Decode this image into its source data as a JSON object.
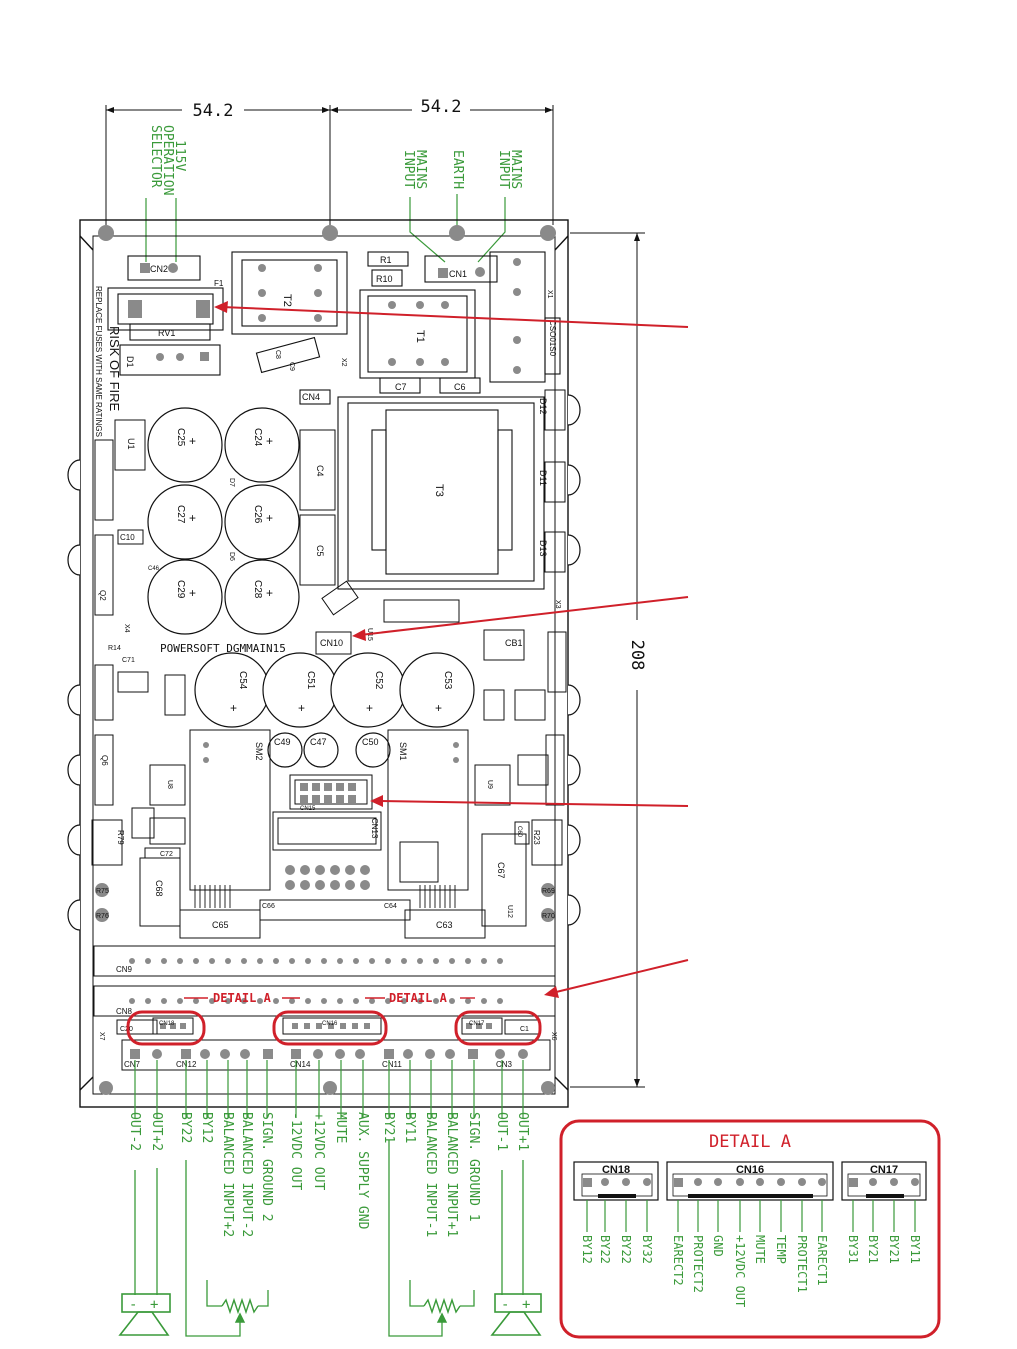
{
  "colors": {
    "board_outline": "#111111",
    "pcb_text": "#111111",
    "labels_green": "#3a9a3a",
    "callout_red": "#d0202a",
    "pad_gray": "#8a8a8a",
    "fill_light": "#e6e6e6"
  },
  "dimensions": {
    "top_left": "54.2",
    "top_right": "54.2",
    "height": "208"
  },
  "top_labels": {
    "selector": [
      "115V",
      "OPERATION",
      "SELECTOR"
    ],
    "mains_left": [
      "MAINS",
      "INPUT"
    ],
    "earth": "EARTH",
    "mains_right": [
      "MAINS",
      "INPUT"
    ]
  },
  "board": {
    "brand": "POWERSOFT  DGMMAIN15",
    "warning_1": "RISK OF FIRE",
    "warning_2": "REPLACE FUSES WITH SAME RATINGS",
    "detail_tag_1": "DETAIL A",
    "detail_tag_2": "DETAIL A",
    "refs": {
      "cn2": "CN2",
      "cn1": "CN1",
      "r1": "R1",
      "r10": "R10",
      "t2": "T2",
      "t1": "T1",
      "f1": "F1",
      "rv1": "RV1",
      "d1": "D1",
      "c7": "C7",
      "c6": "C6",
      "c8": "C8",
      "c9": "C9",
      "cn4": "CN4",
      "x1": "X1",
      "x2": "X2",
      "cs": "CSO01S0",
      "t3": "T3",
      "c4": "C4",
      "c5": "C5",
      "c25": "C25",
      "c24": "C24",
      "c27": "C27",
      "c26": "C26",
      "c29": "C29",
      "c28": "C28",
      "c10": "C10",
      "c46": "C46",
      "d7": "D7",
      "d6": "D6",
      "u1": "U1",
      "d12": "D12",
      "d11": "D11",
      "d13": "D13",
      "cn10": "CN10",
      "u15": "U15",
      "x3": "X3",
      "cb1": "CB1",
      "x4": "X4",
      "r14": "R14",
      "c71": "C71",
      "q2": "Q2",
      "c54": "C54",
      "c51": "C51",
      "c52": "C52",
      "c53": "C53",
      "c49": "C49",
      "c47": "C47",
      "c50": "C50",
      "sm2": "SM2",
      "sm1": "SM1",
      "cn13": "CN13",
      "cn15": "CN15",
      "c72": "C72",
      "c68": "C68",
      "c65": "C65",
      "c63": "C63",
      "c67": "C67",
      "c66": "C66",
      "c64": "C64",
      "c60": "C60",
      "r79": "R79",
      "r23": "R23",
      "r75": "R75",
      "r76": "R76",
      "r69": "R69",
      "r70": "R70",
      "cn9": "CN9",
      "cn8": "CN8",
      "x7": "X7",
      "x6": "X6",
      "cn18b": "CN18",
      "cn16b": "CN16",
      "cn17b": "CN17",
      "cn7": "CN7",
      "cn12": "CN12",
      "cn14": "CN14",
      "cn11": "CN11",
      "cn3": "CN3",
      "c20": "C20",
      "c1": "C1",
      "u8": "U8",
      "u9": "U9",
      "q6": "Q6",
      "u12": "U12"
    }
  },
  "bottom_labels": [
    "OUT-2",
    "OUT+2",
    "BY22",
    "BY12",
    "BALANCED INPUT+2",
    "BALANCED INPUT-2",
    "SIGN. GROUND 2",
    "-12VDC OUT",
    "+12VDC OUT",
    "MUTE",
    "AUX. SUPPLY GND",
    "BY21",
    "BY11",
    "BALANCED INPUT-1",
    "BALANCED INPUT+1",
    "SIGN. GROUND 1",
    "OUT-1",
    "OUT+1"
  ],
  "detail": {
    "title": "DETAIL A",
    "cn18": {
      "label": "CN18",
      "pins": [
        "BY12",
        "BY22",
        "BY22",
        "BY32"
      ]
    },
    "cn16": {
      "label": "CN16",
      "pins": [
        "EARECT2",
        "PROTECT2",
        "GND",
        "+12VDC OUT",
        "MUTE",
        "TEMP",
        "PROTECT1",
        "EARECT1"
      ]
    },
    "cn17": {
      "label": "CN17",
      "pins": [
        "BY31",
        "BY21",
        "BY21",
        "BY11"
      ]
    }
  },
  "speaker_signs": {
    "minus": "-",
    "plus": "+"
  }
}
